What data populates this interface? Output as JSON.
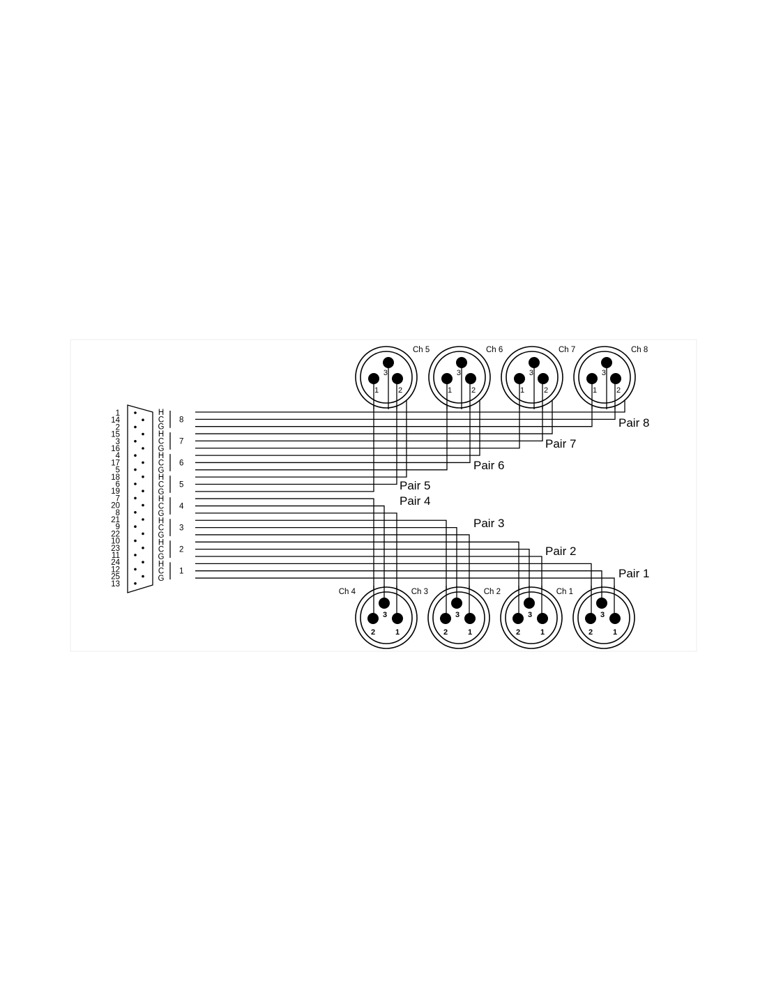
{
  "colors": {
    "line": "#000000",
    "background": "#ffffff",
    "frame": "#eeeeee"
  },
  "db25": {
    "pin_labels": [
      "1",
      "14",
      "2",
      "15",
      "3",
      "16",
      "4",
      "17",
      "5",
      "18",
      "6",
      "19",
      "7",
      "20",
      "8",
      "21",
      "9",
      "22",
      "10",
      "23",
      "11",
      "24",
      "12",
      "25",
      "13"
    ],
    "signal_labels": [
      "H",
      "C",
      "G",
      "H",
      "C",
      "G",
      "H",
      "C",
      "G",
      "H",
      "C",
      "G",
      "H",
      "C",
      "G",
      "H",
      "C",
      "G",
      "H",
      "C",
      "G",
      "H",
      "C",
      "G"
    ],
    "group_labels": [
      "8",
      "7",
      "6",
      "5",
      "4",
      "3",
      "2",
      "1"
    ]
  },
  "pairs": [
    "Pair 8",
    "Pair 7",
    "Pair 6",
    "Pair 5",
    "Pair 4",
    "Pair 3",
    "Pair 2",
    "Pair 1"
  ],
  "top_connectors": [
    {
      "channel": "Ch 5",
      "pins": [
        "3",
        "1",
        "2"
      ]
    },
    {
      "channel": "Ch 6",
      "pins": [
        "3",
        "1",
        "2"
      ]
    },
    {
      "channel": "Ch 7",
      "pins": [
        "3",
        "1",
        "2"
      ]
    },
    {
      "channel": "Ch 8",
      "pins": [
        "3",
        "1",
        "2"
      ]
    }
  ],
  "bottom_connectors": [
    {
      "channel": "Ch 4",
      "pins": [
        "3",
        "2",
        "1"
      ]
    },
    {
      "channel": "Ch 3",
      "pins": [
        "3",
        "2",
        "1"
      ]
    },
    {
      "channel": "Ch 2",
      "pins": [
        "3",
        "2",
        "1"
      ]
    },
    {
      "channel": "Ch 1",
      "pins": [
        "3",
        "2",
        "1"
      ]
    }
  ]
}
